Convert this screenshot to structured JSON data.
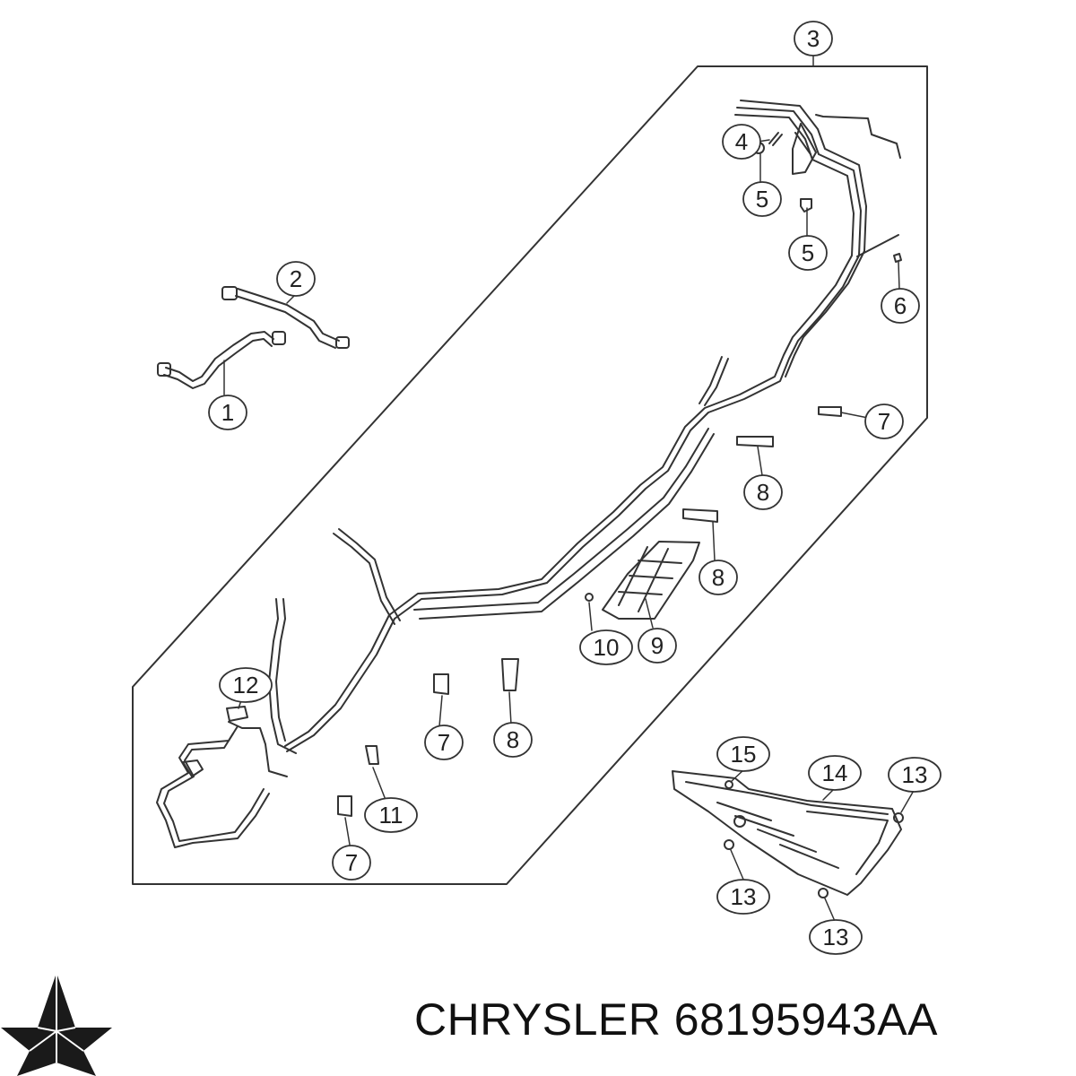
{
  "callouts": {
    "c1": "1",
    "c2": "2",
    "c3": "3",
    "c4": "4",
    "c5a": "5",
    "c5b": "5",
    "c6": "6",
    "c7a": "7",
    "c7b": "7",
    "c7c": "7",
    "c8a": "8",
    "c8b": "8",
    "c8c": "8",
    "c9": "9",
    "c10": "10",
    "c11": "11",
    "c12": "12",
    "c13a": "13",
    "c13b": "13",
    "c13c": "13",
    "c14": "14",
    "c15": "15"
  },
  "footer": {
    "brand": "CHRYSLER",
    "part_number": "68195943AA",
    "logo_icon": "chrysler-pentastar-icon"
  }
}
